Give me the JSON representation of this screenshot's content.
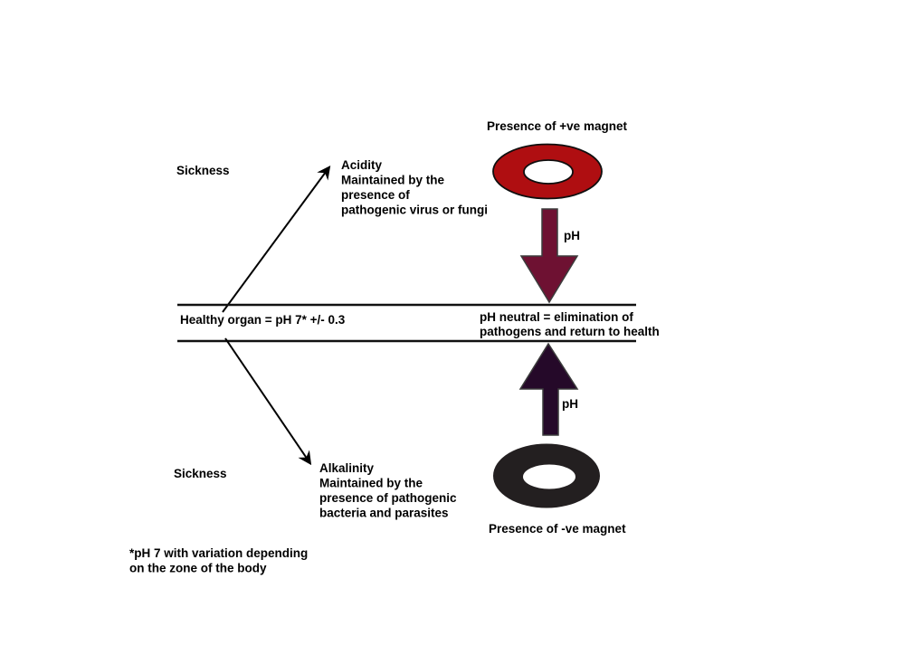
{
  "diagram": {
    "top": {
      "magnet_label": "Presence of +ve magnet",
      "sickness_label": "Sickness",
      "acidity_lines": [
        "Acidity",
        "Maintained by the",
        "presence of",
        "pathogenic virus or fungi"
      ],
      "ph_label": "pH"
    },
    "middle": {
      "healthy_label": "Healthy organ = pH 7* +/- 0.3",
      "neutral_lines": [
        "pH neutral = elimination of",
        "pathogens and return to health"
      ]
    },
    "bottom": {
      "magnet_label": "Presence of -ve magnet",
      "sickness_label": "Sickness",
      "alkalinity_lines": [
        "Alkalinity",
        "Maintained by the",
        "presence of pathogenic",
        "bacteria and parasites"
      ],
      "ph_label": "pH"
    },
    "footnote_lines": [
      "*pH 7 with variation depending",
      "on the zone of the body"
    ],
    "colors": {
      "positive_magnet": "#AF0E11",
      "negative_magnet": "#231F20",
      "acid_arrow": "#6E1132",
      "alkaline_arrow": "#250929",
      "hole": "#ffffff"
    }
  }
}
